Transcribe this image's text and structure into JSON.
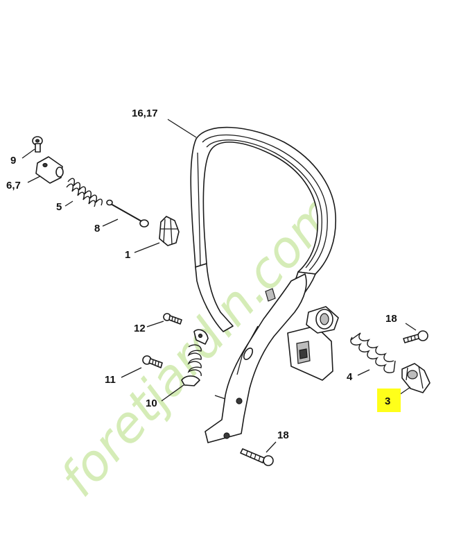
{
  "labels": {
    "l16_17": "16,17",
    "l9": "9",
    "l6_7": "6,7",
    "l5": "5",
    "l8": "8",
    "l1": "1",
    "l12": "12",
    "l11": "11",
    "l10": "10",
    "l18a": "18",
    "l4": "4",
    "l3": "3",
    "l18b": "18"
  },
  "highlight": {
    "label": "3",
    "color": "#ffff1a"
  },
  "watermark": {
    "text": "foretjardin.com",
    "color": "#c8e6a0"
  }
}
